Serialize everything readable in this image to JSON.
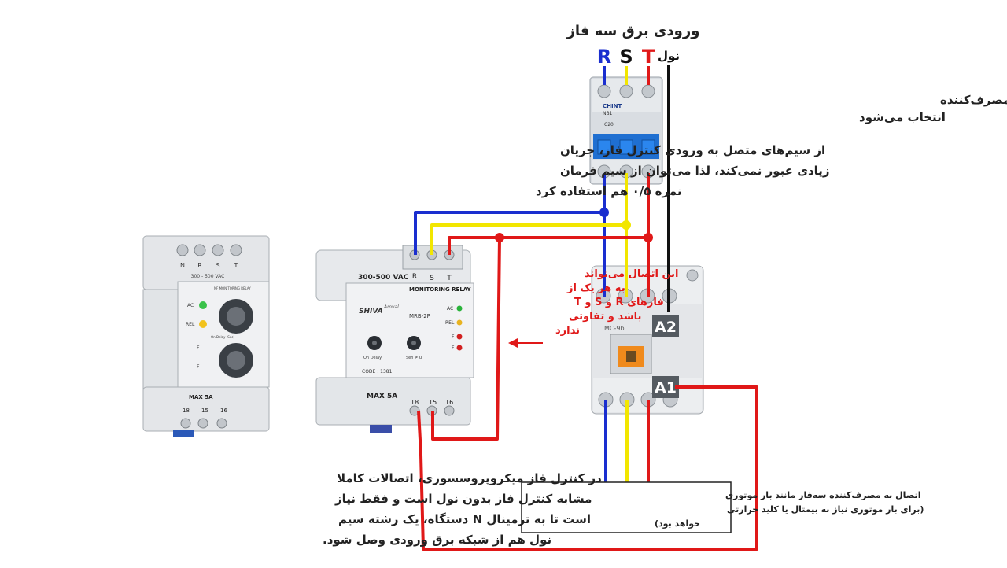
{
  "header": {
    "title": "ورودی برق سه فاز",
    "phase_r": "R",
    "phase_s": "S",
    "phase_t": "T",
    "neutral": "نول"
  },
  "notes": {
    "breaker_line1": "جریان کلید مینیاتوری با توجه به مصرف‌کننده",
    "breaker_line2": "انتخاب می‌شود",
    "wire_line1": "از سیم‌های متصل به ورودی کنترل فاز، جریان",
    "wire_line2": "زیادی عبور نمی‌کند، لذا می‌توان از سیم فرمان",
    "wire_line3": "نمره ۰/۵ هم استفاده کرد",
    "phase_line1": "این اتصال می‌تواند",
    "phase_line2": "به هر یک از",
    "phase_line3": "فازهای R و S و T",
    "phase_line4": "باشد و تفاوتی",
    "phase_line5": "ندارد",
    "load_line1": "اتصال به مصرف‌کننده سه‌فاز مانند بار موتوری",
    "load_line2": "(برای بار موتوری نیاز به بیمتال یا کلید حرارتی",
    "load_line3": "خواهد بود)",
    "bottom_line1": "در کنترل فاز میکروپروسسوری، اتصالات کاملا",
    "bottom_line2": "مشابه کنترل فاز بدون نول است و فقط نیاز",
    "bottom_line3": "است تا به ترمینال N دستگاه، یک رشته سیم",
    "bottom_line4": "نول هم از شبکه برق ورودی وصل شود."
  },
  "relay_main": {
    "voltage": "300-500 VAC",
    "term_r": "R",
    "term_s": "S",
    "term_t": "T",
    "brand": "SHIVA",
    "brand2": "Amval",
    "title": "MONITORING RELAY",
    "model": "MRB-2P",
    "led_ac": "AC",
    "led_rel": "REL",
    "led_f1": "F",
    "led_f2": "F",
    "knob1": "On Delay",
    "knob2": "Sen ≠ U",
    "code": "CODE : 1381",
    "max": "MAX 5A",
    "t18": "18",
    "t15": "15",
    "t16": "16"
  },
  "relay_small": {
    "tn": "N",
    "tr": "R",
    "ts": "S",
    "tt": "T",
    "voltage": "300 - 500 VAC",
    "header": "NF MONITORING RELAY",
    "led_ac": "AC",
    "led_rel": "REL",
    "knob_label": "On Delay (Sec)",
    "led_f1": "F",
    "led_f2": "F",
    "max": "MAX 5A",
    "t18": "18",
    "t15": "15",
    "t16": "16"
  },
  "breaker": {
    "brand": "CHINT",
    "model": "NB1",
    "rating": "C20"
  },
  "contactor": {
    "a2": "A2",
    "a1": "A1",
    "model": "MC-9b"
  },
  "colors": {
    "r": "#1a2ecf",
    "s": "#f2e600",
    "t": "#e01818",
    "neutral": "#111111"
  }
}
